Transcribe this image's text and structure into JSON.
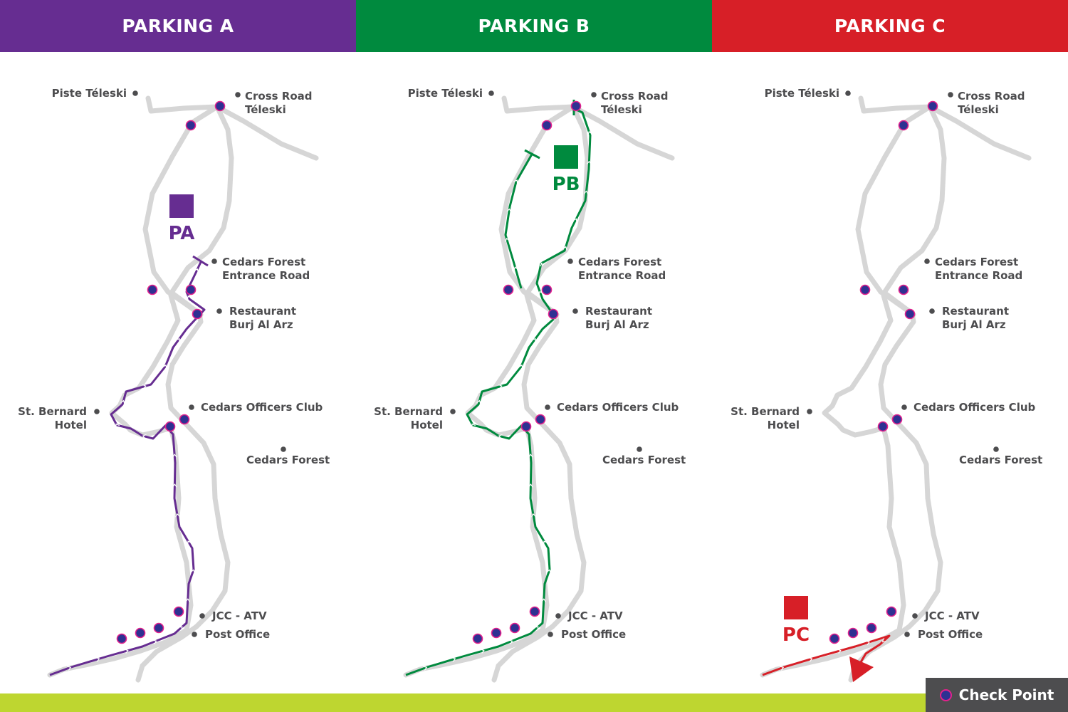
{
  "header": {
    "tabs": [
      {
        "label": "PARKING A",
        "color": "#662d91"
      },
      {
        "label": "PARKING B",
        "color": "#008a3e"
      },
      {
        "label": "PARKING C",
        "color": "#d71f27"
      }
    ]
  },
  "places": {
    "piste_teleski": "Piste Téleski",
    "cross_road_1": "Cross Road",
    "cross_road_2": "Téleski",
    "cedars_entrance_1": "Cedars Forest",
    "cedars_entrance_2": "Entrance Road",
    "restaurant_1": "Restaurant",
    "restaurant_2": "Burj Al Arz",
    "st_bernard_1": "St. Bernard",
    "st_bernard_2": "Hotel",
    "officers_club": "Cedars Officers Club",
    "cedars_forest": "Cedars Forest",
    "jcc_atv": "JCC - ATV",
    "post_office": "Post Office"
  },
  "panels": [
    {
      "parking": "PA",
      "color": "#662d91"
    },
    {
      "parking": "PB",
      "color": "#008a3e"
    },
    {
      "parking": "PC",
      "color": "#d71f27"
    }
  ],
  "legend": {
    "label": "Check Point",
    "checkpoint_fill": "#2e3192",
    "checkpoint_ring": "#e4218d"
  },
  "colors": {
    "road": "#d6d6d6",
    "label": "#4d4d4f",
    "footer": "#bed630",
    "legend_bg": "#4d4d4f"
  }
}
